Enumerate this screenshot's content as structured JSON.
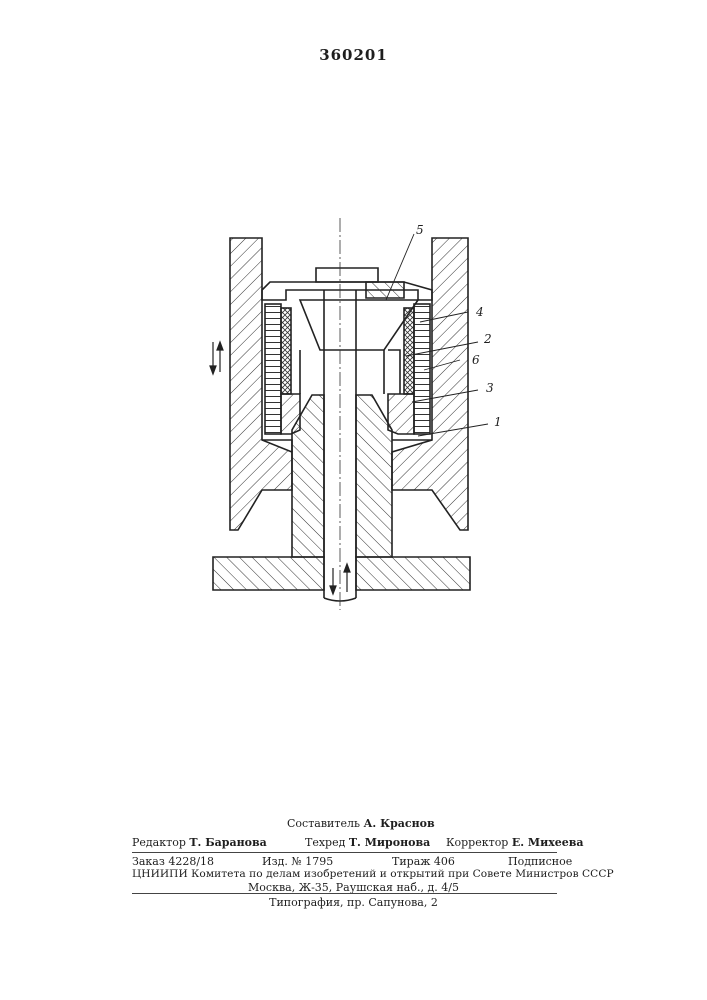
{
  "patent_number": "360201",
  "drawing_labels": [
    "5",
    "4",
    "2",
    "6",
    "3",
    "1"
  ],
  "footer": {
    "composer_label": "Составитель",
    "composer_name": "А. Краснов",
    "editor_label": "Редактор",
    "editor_name": "Т. Баранова",
    "techred_label": "Техред",
    "techred_name": "Т. Миронова",
    "corrector_label": "Корректор",
    "corrector_name": "Е. Михеева",
    "order": "Заказ 4228/18",
    "edition": "Изд. № 1795",
    "circulation": "Тираж 406",
    "subscription": "Подписное",
    "org_line": "ЦНИИПИ Комитета по делам изобретений и открытий при Совете Министров СССР",
    "address": "Москва, Ж-35, Раушская наб., д. 4/5",
    "printing": "Типография, пр. Сапунова, 2"
  }
}
